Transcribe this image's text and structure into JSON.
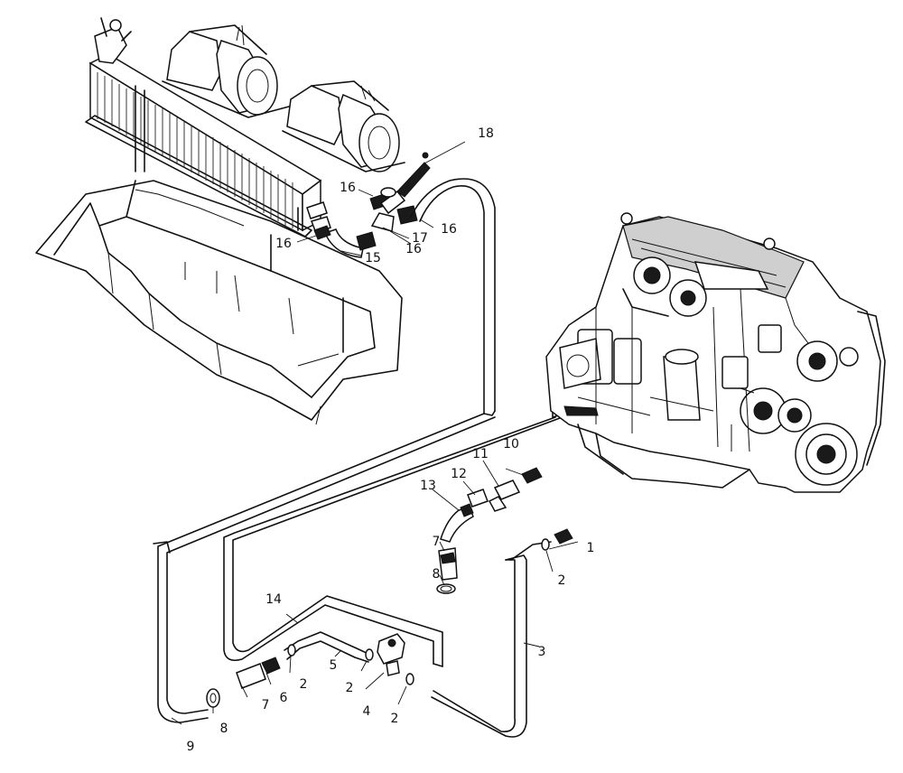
{
  "callouts": {
    "c1": "1",
    "c2a": "2",
    "c2b": "2",
    "c2c": "2",
    "c2d": "2",
    "c3": "3",
    "c4": "4",
    "c5": "5",
    "c6": "6",
    "c7a": "7",
    "c7b": "7",
    "c8a": "8",
    "c8b": "8",
    "c9": "9",
    "c10": "10",
    "c11": "11",
    "c12": "12",
    "c13": "13",
    "c14": "14",
    "c15": "15",
    "c16a": "16",
    "c16b": "16",
    "c16c": "16",
    "c16d": "16",
    "c17": "17",
    "c18": "18"
  },
  "components": {
    "heater_unit": "heater-unit-icon",
    "blower_motors": "blower-motor-icon",
    "cab_floor_tray": "cab-floor-tray-icon",
    "engine": "diesel-engine-icon"
  }
}
